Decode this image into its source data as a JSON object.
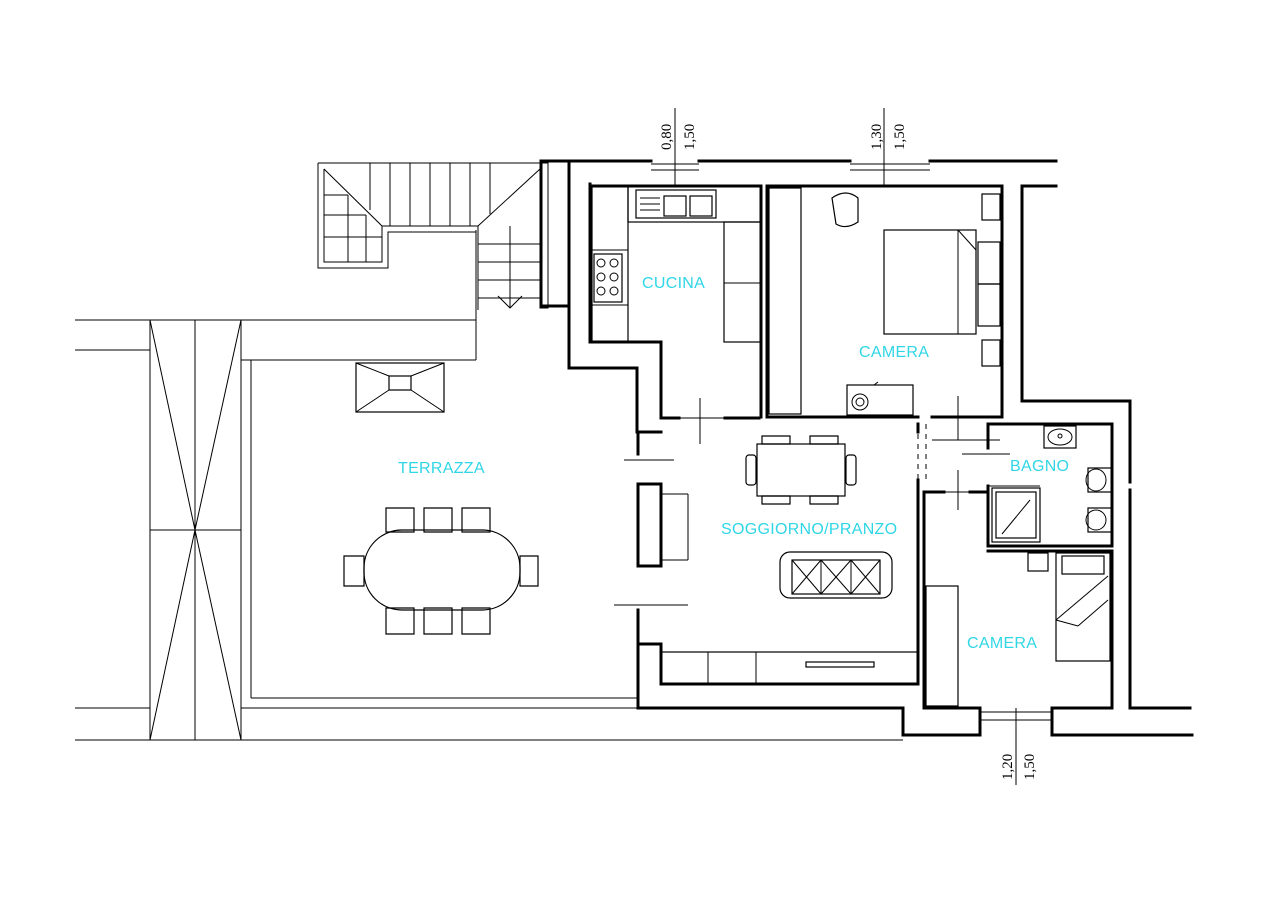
{
  "rooms": {
    "terrazza": "TERRAZZA",
    "cucina": "CUCINA",
    "camera_1": "CAMERA",
    "soggiorno": "SOGGIORNO/PRANZO",
    "bagno": "BAGNO",
    "camera_2": "CAMERA"
  },
  "windows": {
    "cucina": {
      "sill": "0,80",
      "height": "1,50"
    },
    "camera_1": {
      "sill": "1,30",
      "height": "1,50"
    },
    "camera_2": {
      "sill": "1,20",
      "height": "1,50"
    }
  },
  "colors": {
    "room_label": "#2fd6e6",
    "lines": "#000000",
    "background": "#ffffff"
  }
}
